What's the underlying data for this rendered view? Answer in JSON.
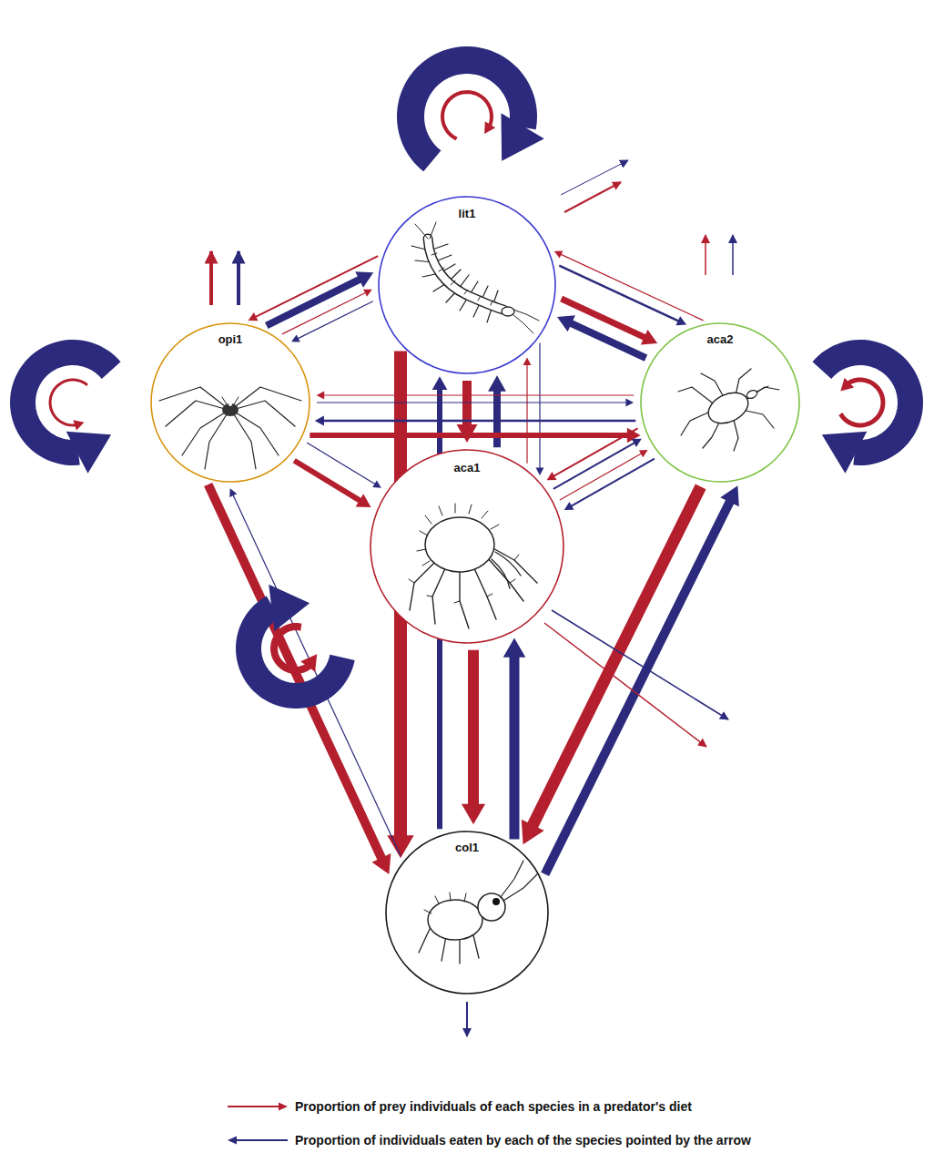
{
  "diagram": {
    "nodes": [
      {
        "text": [
          "lit1"
        ]
      },
      {
        "text": [
          "opi1"
        ]
      },
      {
        "text": [
          "aca2"
        ]
      },
      {
        "text": [
          "aca1"
        ]
      },
      {
        "text": [
          "col1"
        ]
      }
    ],
    "edges": [
      {
        "from": 0,
        "to": 0,
        "arrow": "to"
      },
      {
        "from": 0,
        "to": 0,
        "arrow": "to"
      },
      {
        "from": 1,
        "to": 1,
        "arrow": "to"
      },
      {
        "from": 1,
        "to": 1,
        "arrow": "to"
      },
      {
        "from": 2,
        "to": 2,
        "arrow": "to"
      },
      {
        "from": 2,
        "to": 2,
        "arrow": "to"
      },
      {
        "from": 3,
        "to": 3,
        "arrow": "to"
      },
      {
        "from": 3,
        "to": 3,
        "arrow": "to"
      },
      {
        "from": 0,
        "to": 1,
        "arrow": "to"
      },
      {
        "from": 1,
        "to": 0,
        "arrow": "to"
      },
      {
        "from": 1,
        "to": 0,
        "arrow": "to"
      },
      {
        "from": 0,
        "to": 1,
        "arrow": "to"
      },
      {
        "from": 2,
        "to": 0,
        "arrow": "to"
      },
      {
        "from": 0,
        "to": 2,
        "arrow": "to"
      },
      {
        "from": 0,
        "to": 2,
        "arrow": "to"
      },
      {
        "from": 2,
        "to": 0,
        "arrow": "to"
      },
      {
        "from": 0,
        "to": 3,
        "arrow": "to"
      },
      {
        "from": 3,
        "to": 0,
        "arrow": "to"
      },
      {
        "from": 3,
        "to": 0,
        "arrow": "to"
      },
      {
        "from": 0,
        "to": 3,
        "arrow": "to"
      },
      {
        "from": 0,
        "to": 4,
        "arrow": "to"
      },
      {
        "from": 4,
        "to": 0,
        "arrow": "to"
      },
      {
        "from": 2,
        "to": 1,
        "arrow": "to"
      },
      {
        "from": 1,
        "to": 2,
        "arrow": "to"
      },
      {
        "from": 2,
        "to": 1,
        "arrow": "to"
      },
      {
        "from": 1,
        "to": 2,
        "arrow": "to"
      },
      {
        "from": 1,
        "to": 3,
        "arrow": "to"
      },
      {
        "from": 1,
        "to": 3,
        "arrow": "to"
      },
      {
        "from": 2,
        "to": 3,
        "arrow": "to"
      },
      {
        "from": 3,
        "to": 2,
        "arrow": "to"
      },
      {
        "from": 3,
        "to": 2,
        "arrow": "to"
      },
      {
        "from": 2,
        "to": 3,
        "arrow": "to"
      },
      {
        "from": 1,
        "to": 4,
        "arrow": "to"
      },
      {
        "from": 4,
        "to": 1,
        "arrow": "to"
      },
      {
        "from": 3,
        "to": 4,
        "arrow": "to"
      },
      {
        "from": 4,
        "to": 3,
        "arrow": "to"
      },
      {
        "from": 2,
        "to": 4,
        "arrow": "to"
      },
      {
        "from": 4,
        "to": 2,
        "arrow": "to"
      }
    ],
    "legend": [
      {
        "text": "Proportion of prey individuals of each species in a predator's diet"
      },
      {
        "text": "Proportion of individuals eaten by each of the species pointed by the arrow"
      }
    ]
  }
}
